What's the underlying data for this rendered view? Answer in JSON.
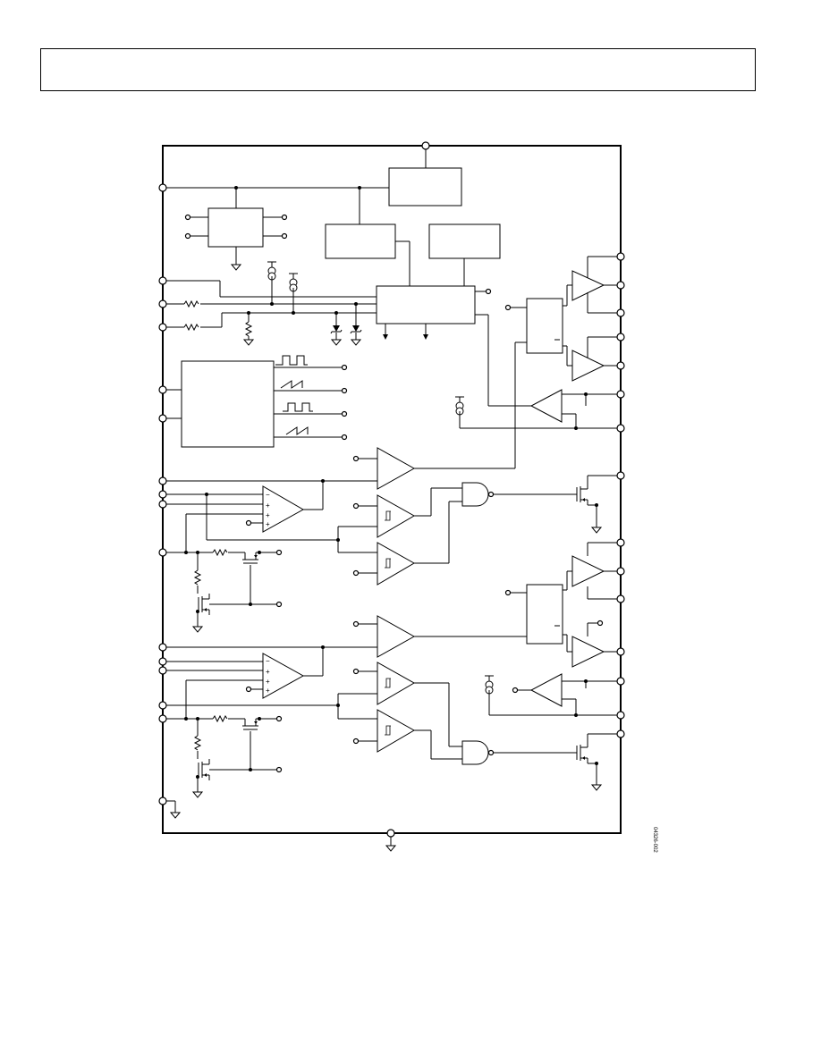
{
  "page": {
    "header_text": "",
    "figure_code": "04326-002"
  },
  "diagram": {
    "description_kind": "functional block diagram (unlabeled)",
    "colors": {
      "line": "#000000",
      "background": "#ffffff"
    },
    "symbols": [
      "pin-circle",
      "op-amp-triangle",
      "schmitt-comparator",
      "nand-gate",
      "mosfet",
      "resistor",
      "current-source",
      "zener-diode",
      "ground",
      "pulse-waveform",
      "sawtooth-waveform"
    ]
  }
}
